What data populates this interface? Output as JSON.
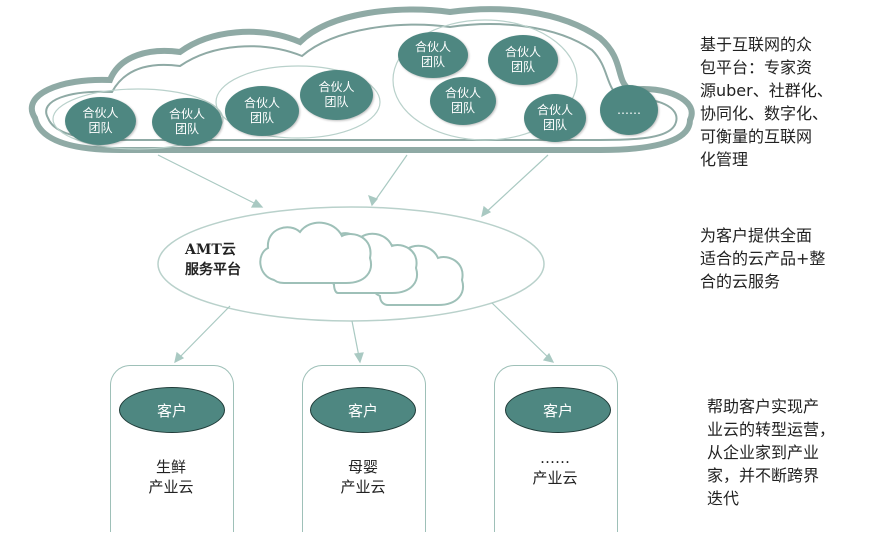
{
  "cloud": {
    "teams": [
      {
        "label": "合伙人\n团队"
      },
      {
        "label": "合伙人\n团队"
      },
      {
        "label": "合伙人\n团队"
      },
      {
        "label": "合伙人\n团队"
      },
      {
        "label": "合伙人\n团队"
      },
      {
        "label": "合伙人\n团队"
      },
      {
        "label": "合伙人\n团队"
      },
      {
        "label": "合伙人\n团队"
      },
      {
        "label": "……"
      }
    ]
  },
  "platform": {
    "label": "AMT云\n服务平台"
  },
  "clients": [
    {
      "badge": "客户",
      "label": "生鲜\n产业云"
    },
    {
      "badge": "客户",
      "label": "母婴\n产业云"
    },
    {
      "badge": "客户",
      "label": "……\n产业云"
    }
  ],
  "descriptions": {
    "top": "基于互联网的众\n包平台：专家资\n源uber、社群化、\n协同化、数字化、\n可衡量的互联网\n化管理",
    "middle": "为客户提供全面\n适合的云产品+整\n合的云服务",
    "bottom": "帮助客户实现产\n业云的转型运营，\n从企业家到产业\n家，并不断跨界\n迭代"
  },
  "colors": {
    "node": "#4e8781",
    "outline": "#9ec0b8",
    "cloud_stroke": "#8faaa5"
  }
}
